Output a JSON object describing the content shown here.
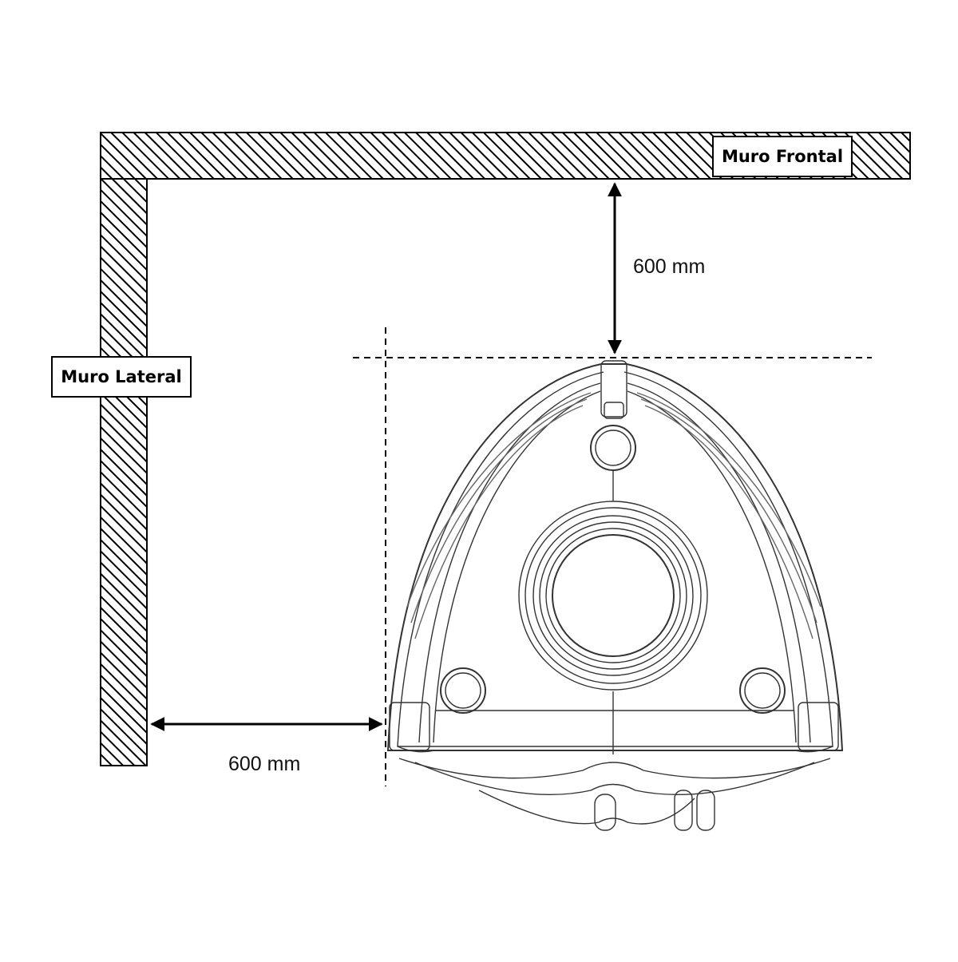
{
  "labels": {
    "front_wall": "Muro Frontal",
    "side_wall": "Muro Lateral",
    "front_clearance": "600 mm",
    "side_clearance": "600 mm"
  },
  "colors": {
    "line": "#000000",
    "background": "#ffffff"
  }
}
